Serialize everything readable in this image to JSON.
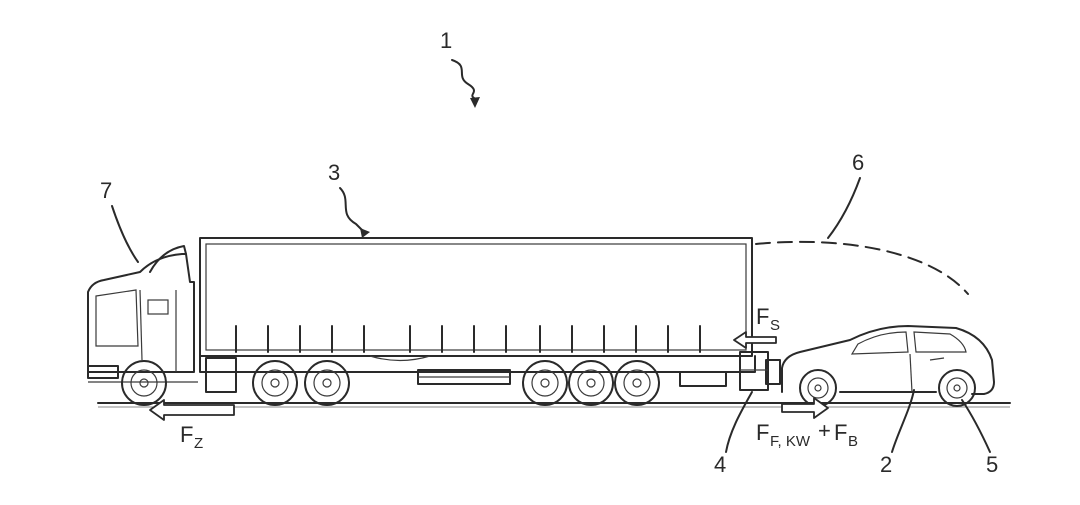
{
  "labels": {
    "system": "1",
    "car": "2",
    "trailer": "3",
    "coupling": "4",
    "car_wheel": "5",
    "air_deflector": "6",
    "tractor": "7"
  },
  "forces": {
    "fs_main": "F",
    "fs_sub": "S",
    "fz_main": "F",
    "fz_sub": "Z",
    "ff_main": "F",
    "ff_sub": "F, KW",
    "plus": "+",
    "fb_main": "F",
    "fb_sub": "B"
  }
}
